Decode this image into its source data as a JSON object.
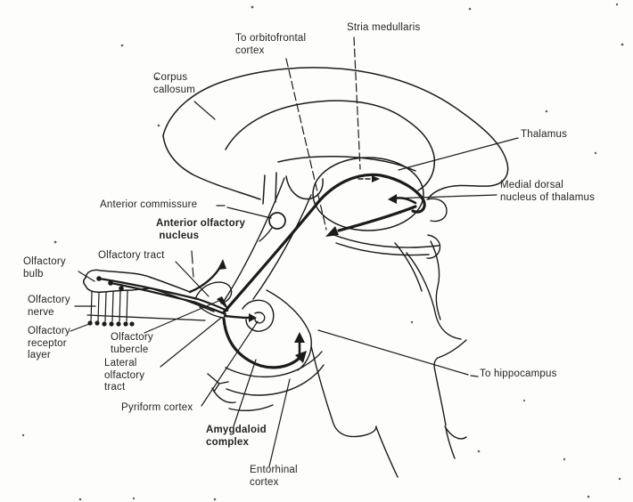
{
  "figure": {
    "title": "Olfactory system pathways (medial brain view)",
    "ink_color": "#1b1b1b",
    "paper_color": "#fdfdfc",
    "labels": {
      "corpus_callosum": "Corpus\ncallosum",
      "to_orbitofrontal_cortex": "To orbitofrontal\ncortex",
      "stria_medullaris": "Stria medullaris",
      "thalamus": "Thalamus",
      "medial_dorsal_nucleus": "Medial dorsal\nnucleus of thalamus",
      "anterior_commissure": "Anterior commissure",
      "anterior_olfactory_nucleus": "Anterior olfactory\n nucleus",
      "olfactory_tract": "Olfactory tract",
      "olfactory_bulb": "Olfactory\nbulb",
      "olfactory_nerve": "Olfactory\nnerve",
      "olfactory_receptor_layer": "Olfactory\nreceptor\nlayer",
      "olfactory_tubercle": "Olfactory\ntubercle",
      "lateral_olfactory_tract": "Lateral\nolfactory\ntract",
      "pyriform_cortex": "Pyriform cortex",
      "amygdaloid_complex": "Amygdaloid\ncomplex",
      "entorhinal_cortex": "Entorhinal\ncortex",
      "to_hippocampus": "To hippocampus"
    }
  }
}
